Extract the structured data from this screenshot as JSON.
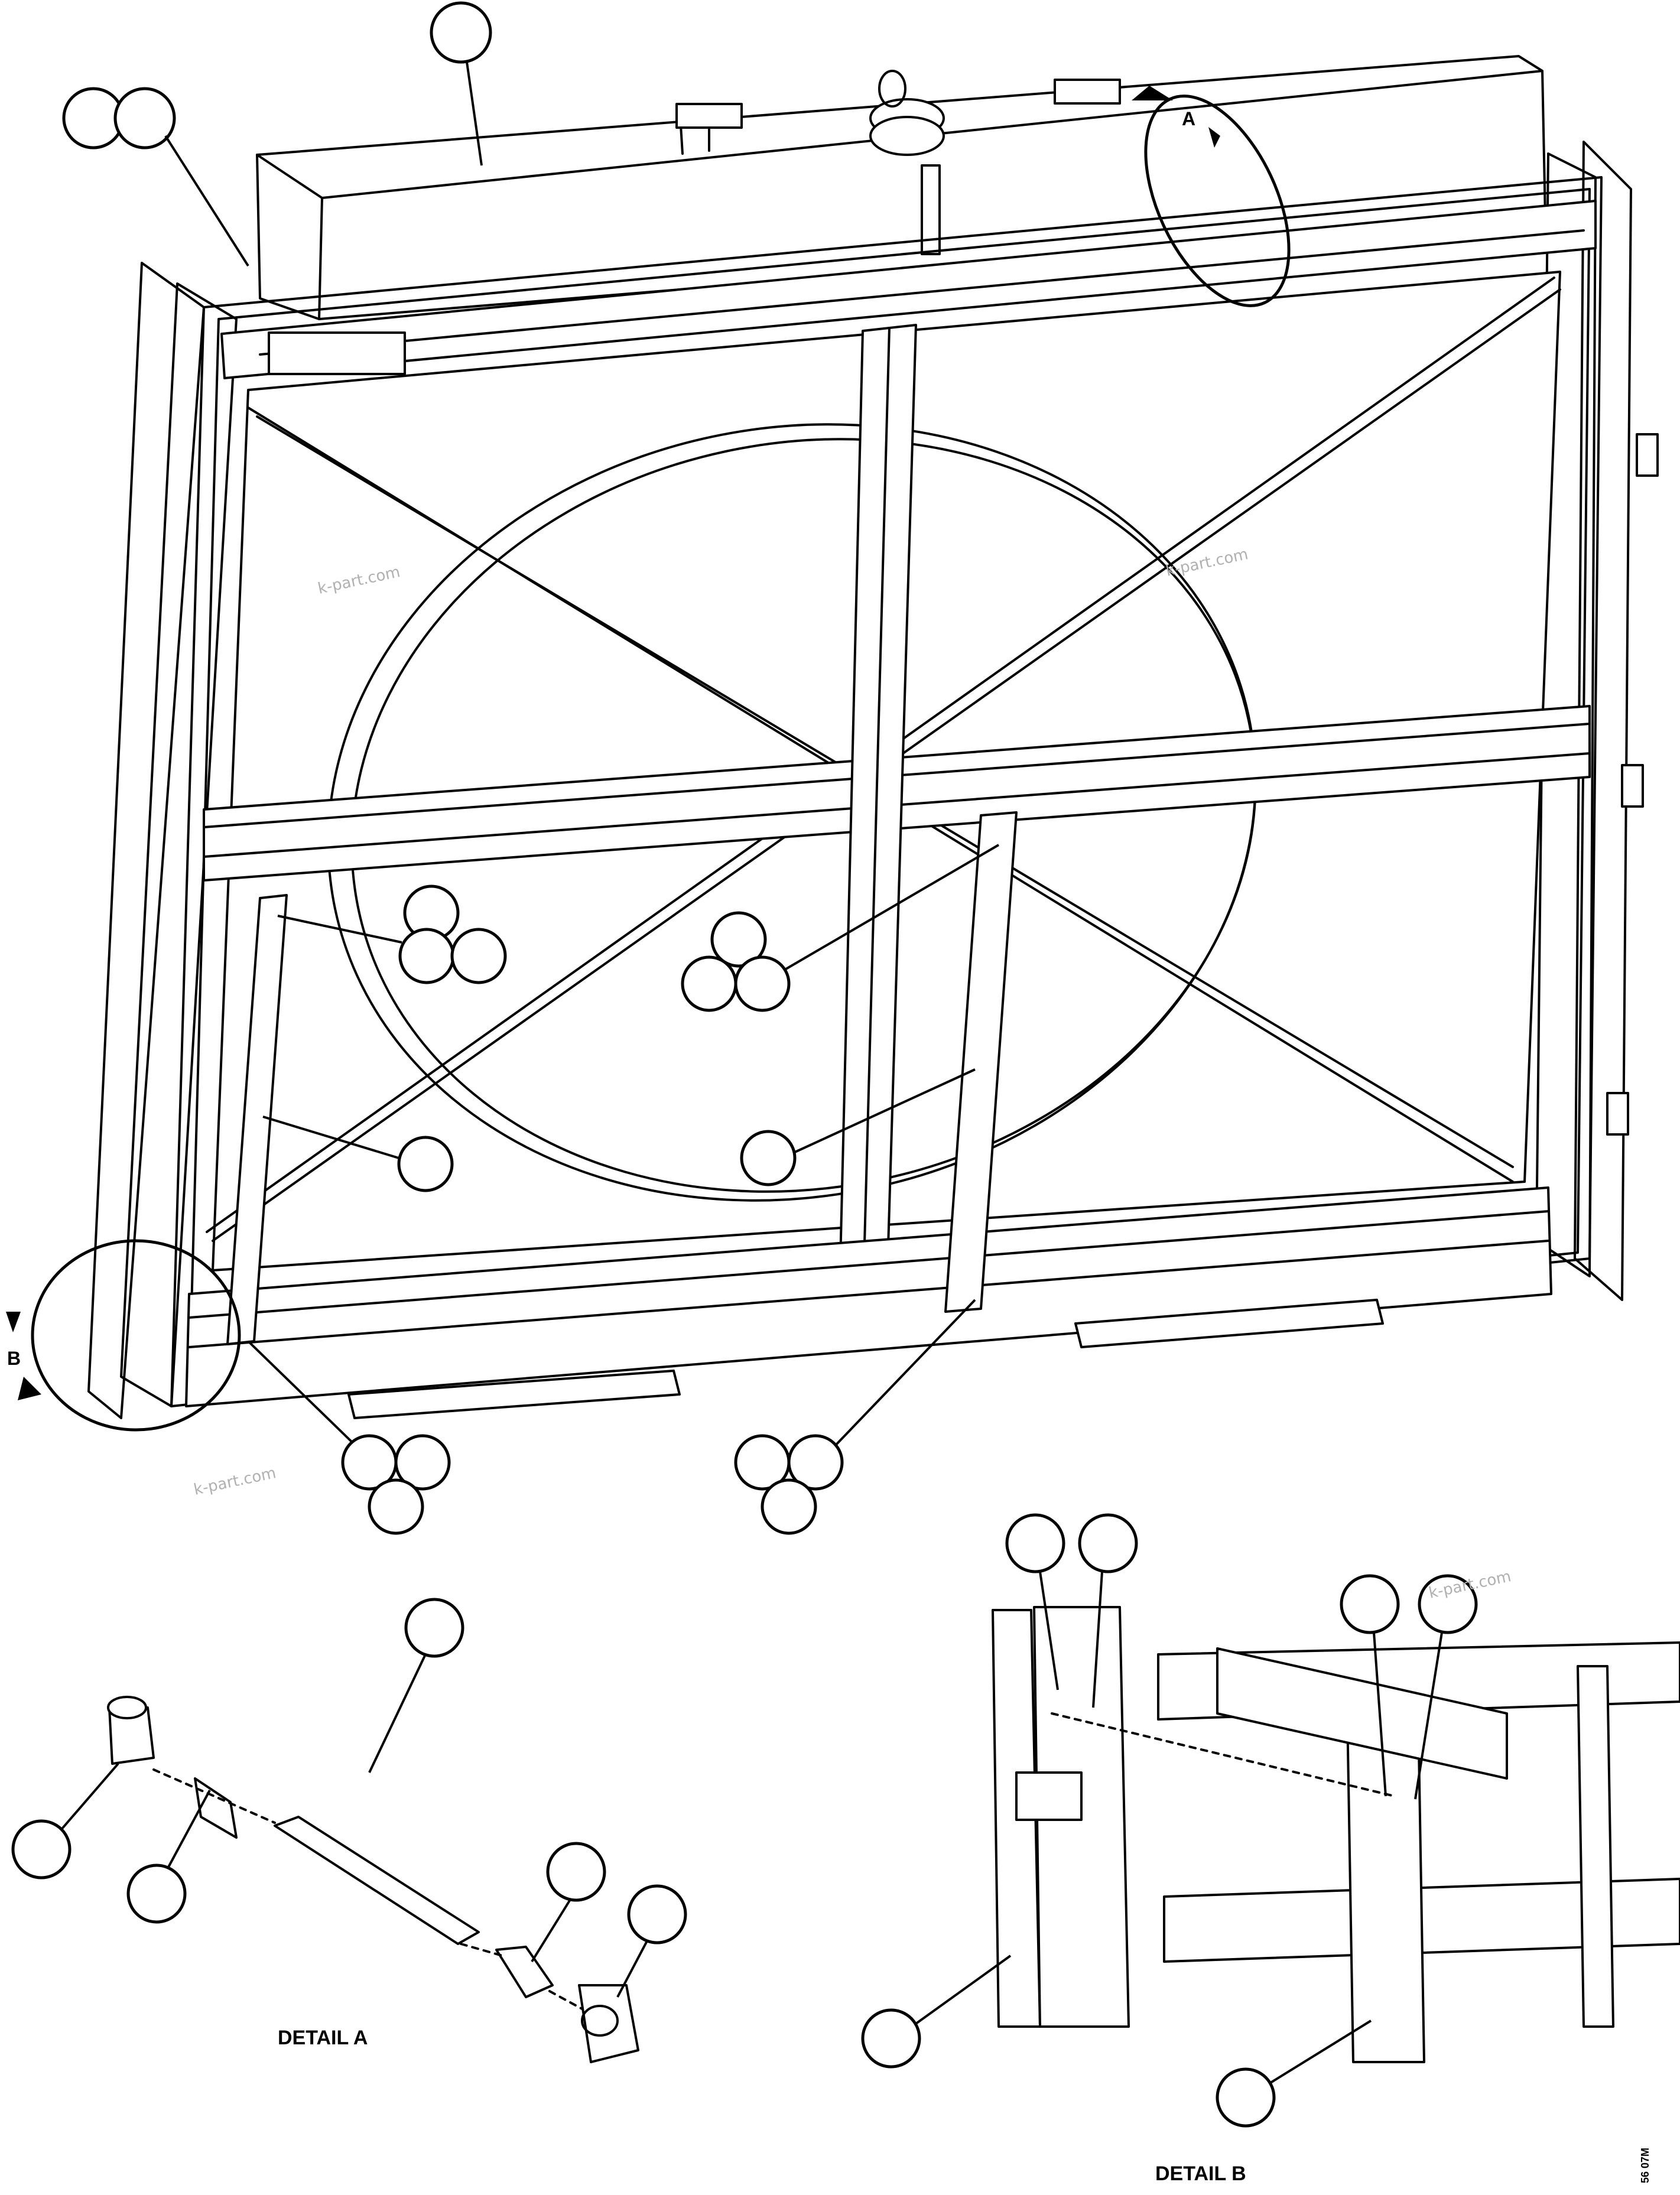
{
  "detail_a": {
    "view_marker": "A",
    "caption": "DETAIL A"
  },
  "detail_b": {
    "view_marker": "B",
    "caption": "DETAIL B"
  },
  "watermarks": [
    "k-part.com",
    "k-part.com",
    "k-part.com",
    "k-part.com"
  ],
  "drawing_number": "56 07M",
  "colors": {
    "line": "#000000",
    "background": "#ffffff",
    "watermark": "#b0b0b0"
  }
}
